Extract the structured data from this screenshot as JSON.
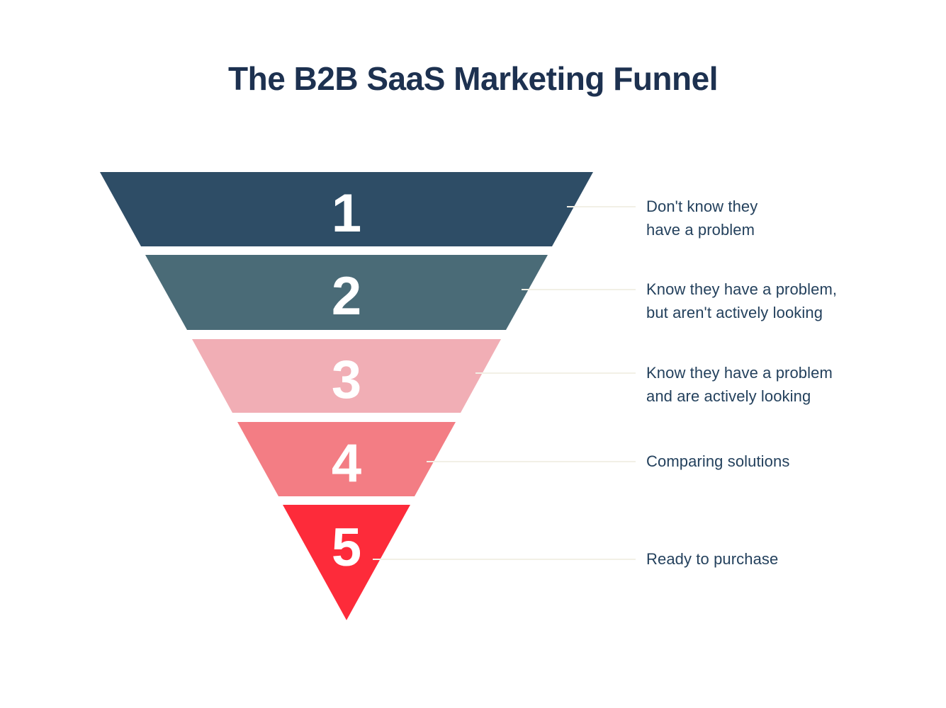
{
  "title": "The B2B SaaS Marketing Funnel",
  "colors": {
    "background": "#ffffff",
    "title_text": "#1d3150",
    "label_text": "#24415d",
    "number_text": "#ffffff",
    "connector_line": "#f2f0e6"
  },
  "chart_data": {
    "type": "funnel",
    "title": "The B2B SaaS Marketing Funnel",
    "direction": "top-wide-to-bottom-point",
    "stages": [
      {
        "number": "1",
        "color": "#2e4d66",
        "label": "Don't know they have a problem",
        "label_lines": [
          "Don't know they",
          "have a problem"
        ]
      },
      {
        "number": "2",
        "color": "#4a6b77",
        "label": "Know they have a problem, but aren't actively looking",
        "label_lines": [
          "Know they have a problem,",
          "but aren't actively looking"
        ]
      },
      {
        "number": "3",
        "color": "#f1aeb5",
        "label": "Know they have a problem and are actively looking",
        "label_lines": [
          "Know they have a problem",
          "and are actively looking"
        ]
      },
      {
        "number": "4",
        "color": "#f37d84",
        "label": "Comparing solutions",
        "label_lines": [
          "Comparing solutions"
        ]
      },
      {
        "number": "5",
        "color": "#fd2b3a",
        "label": "Ready to purchase",
        "label_lines": [
          "Ready to purchase"
        ]
      }
    ]
  }
}
